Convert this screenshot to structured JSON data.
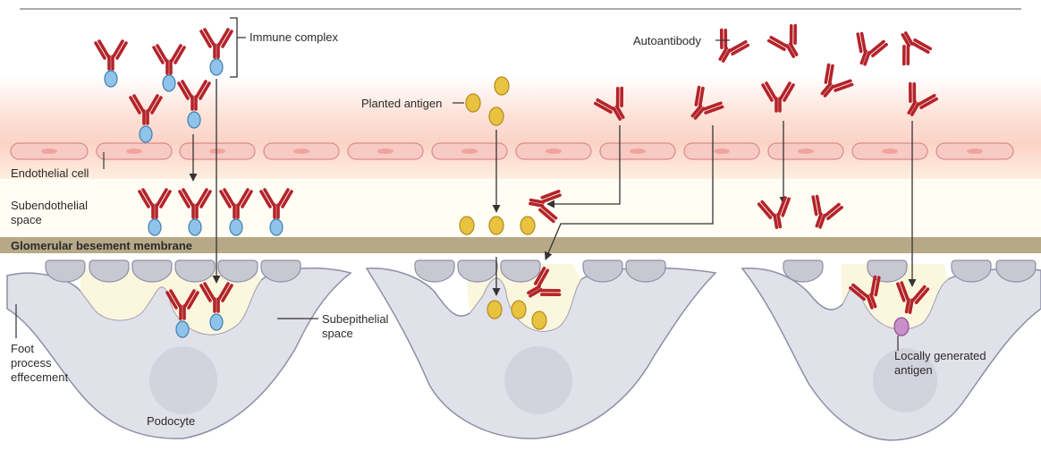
{
  "labels": {
    "immune_complex": "Immune complex",
    "autoantibody": "Autoantibody",
    "planted_antigen": "Planted antigen",
    "endothelial_cell": "Endothelial cell",
    "subendothelial_line1": "Subendothelial",
    "subendothelial_line2": "space",
    "gbm": "Glomerular besement membrane",
    "subepithelial_line1": "Subepithelial",
    "subepithelial_line2": "space",
    "foot_line1": "Foot",
    "foot_line2": "process",
    "foot_line3": "effecement",
    "podocyte": "Podocyte",
    "local_line1": "Locally generated",
    "local_line2": "antigen"
  },
  "colors": {
    "antibody": "#b3242b",
    "antigen_blue": "#8fc3ea",
    "antigen_yellow": "#e9c240",
    "antigen_purple": "#c98fc9",
    "gbm": "#b7a987",
    "podocyte": "#e1e1ea",
    "endothelial_band": "#fbd8cc",
    "endothelial_cell": "#f8c9c2",
    "subepithelial_space": "#fbf6dc"
  }
}
